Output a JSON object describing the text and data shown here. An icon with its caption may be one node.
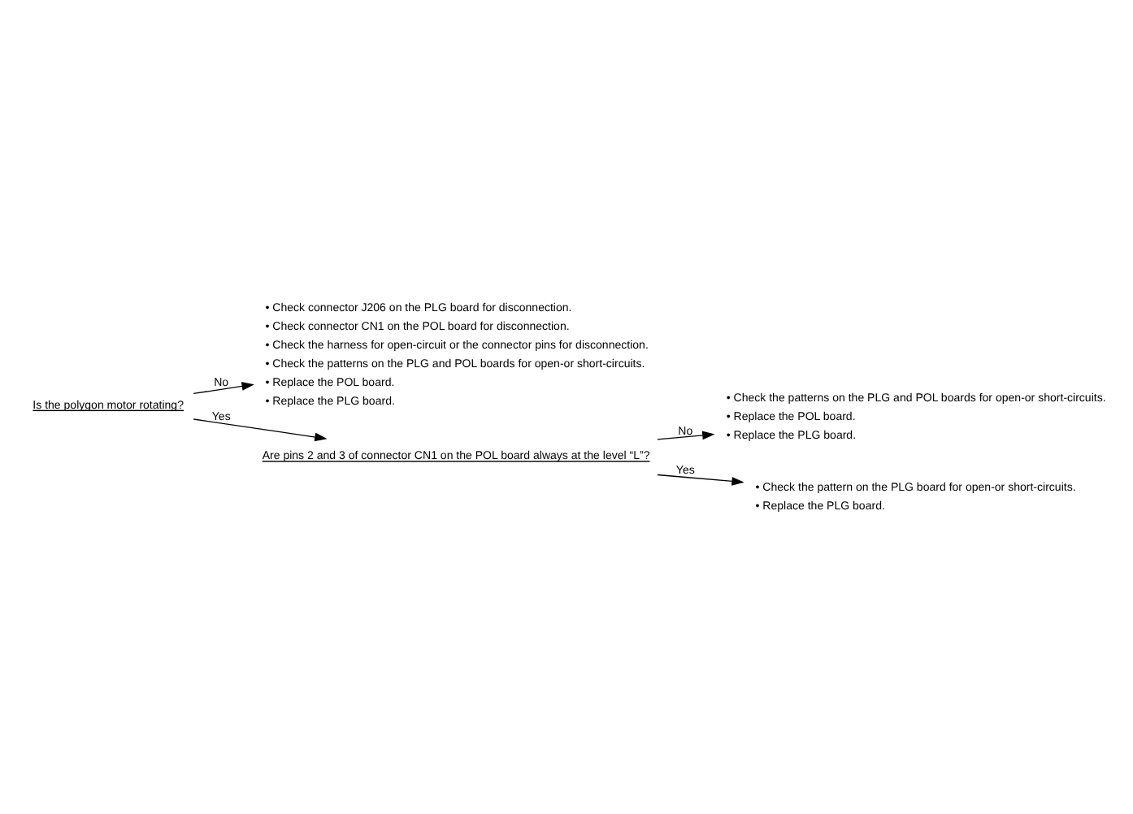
{
  "diagram": {
    "nodes": [
      {
        "text": [
          "Is the polygon motor rotating?"
        ]
      },
      {
        "text": [
          "• Check connector J206 on the PLG board for disconnection.",
          "• Check connector CN1 on the POL board for disconnection.",
          "• Check the harness for open-circuit or the connector pins for disconnection.",
          "• Check the patterns on the PLG and POL boards for open-or short-circuits.",
          "• Replace the POL board.",
          "• Replace the PLG board."
        ]
      },
      {
        "text": [
          "Are pins 2 and 3 of connector CN1 on the POL board always at the level “L”?"
        ]
      },
      {
        "text": [
          "• Check the patterns on the PLG and POL boards for open-or short-circuits.",
          "• Replace the POL board.",
          "• Replace the PLG board."
        ]
      },
      {
        "text": [
          "• Check the pattern on the PLG board for open-or short-circuits.",
          "• Replace the PLG board."
        ]
      }
    ],
    "edges": [
      {
        "from": 0,
        "to": 1,
        "arrow": "to",
        "label": "No"
      },
      {
        "from": 0,
        "to": 2,
        "arrow": "to",
        "label": "Yes"
      },
      {
        "from": 2,
        "to": 3,
        "arrow": "to",
        "label": "No"
      },
      {
        "from": 2,
        "to": 4,
        "arrow": "to",
        "label": "Yes"
      }
    ]
  }
}
